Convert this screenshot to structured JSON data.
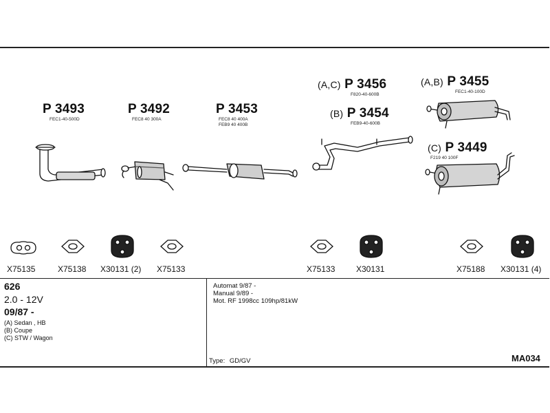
{
  "parts": [
    {
      "prefix": "",
      "number": "P 3493",
      "codes": [
        "FEC1-40-500D"
      ]
    },
    {
      "prefix": "",
      "number": "P 3492",
      "codes": [
        "FEC8 40 300A"
      ]
    },
    {
      "prefix": "",
      "number": "P 3453",
      "codes": [
        "FEC8 40 400A",
        "FEB9 40 400B"
      ]
    },
    {
      "prefix": "(A,C)",
      "number": "P 3456",
      "codes": [
        "F820-40-600B"
      ]
    },
    {
      "prefix": "(B)",
      "number": "P 3454",
      "codes": [
        "FEB9-40-600B"
      ]
    },
    {
      "prefix": "(A,B)",
      "number": "P 3455",
      "codes": [
        "FEC1-40-100D"
      ]
    },
    {
      "prefix": "(C)",
      "number": "P 3449",
      "codes": [
        "F219 40 100F"
      ]
    }
  ],
  "fittings": [
    {
      "label": "X75135",
      "icon": "gasket-icon"
    },
    {
      "label": "X75138",
      "icon": "gasket-icon"
    },
    {
      "label": "X30131 (2)",
      "icon": "rubber-mount-icon"
    },
    {
      "label": "X75133",
      "icon": "gasket-icon"
    },
    {
      "label": "X75133",
      "icon": "gasket-icon"
    },
    {
      "label": "X30131",
      "icon": "rubber-mount-icon"
    },
    {
      "label": "X75188",
      "icon": "gasket-icon"
    },
    {
      "label": "X30131 (4)",
      "icon": "rubber-mount-icon"
    }
  ],
  "vehicle": {
    "model": "626",
    "engine": "2.0 - 12V",
    "date": "09/87 -",
    "bodies": [
      "(A) Sedan , HB",
      "(B) Coupe",
      "(C) STW / Wagon"
    ]
  },
  "specs": [
    "Automat 9/87 -",
    "Manual 9/89 -",
    "Mot. RF 1998cc 109hp/81kW"
  ],
  "type_label": "Type:",
  "type_value": "GD/GV",
  "diagram_code": "MA034"
}
